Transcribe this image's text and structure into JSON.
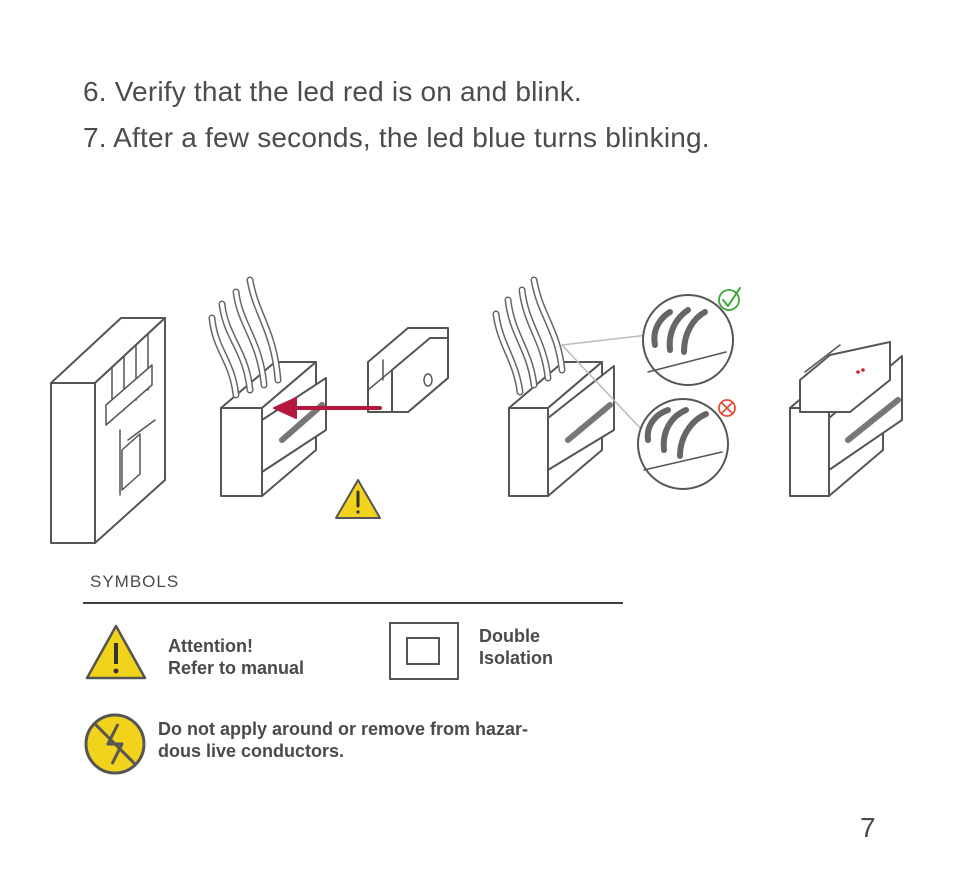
{
  "instructions": {
    "step6": "6. Verify that the led red is on and blink.",
    "step7": "7. After a few seconds, the led blue turns blinking."
  },
  "symbols": {
    "title": "SYMBOLS",
    "attention": {
      "line1": "Attention!",
      "line2": "Refer to manual"
    },
    "double_isolation": {
      "line1": "Double",
      "line2": "Isolation"
    },
    "hazard": {
      "line1": "Do not apply around or remove from hazar-",
      "line2": "dous live conductors."
    }
  },
  "page_number": "7",
  "icons": [
    "warning-triangle-icon",
    "double-isolation-icon",
    "no-live-conductors-icon",
    "check-icon",
    "cross-icon"
  ],
  "colors": {
    "text": "#4a4a4a",
    "warning_yellow": "#f2d31b",
    "arrow_red": "#b5173e",
    "check_green": "#3aa83a",
    "cross_red": "#e0503c"
  }
}
